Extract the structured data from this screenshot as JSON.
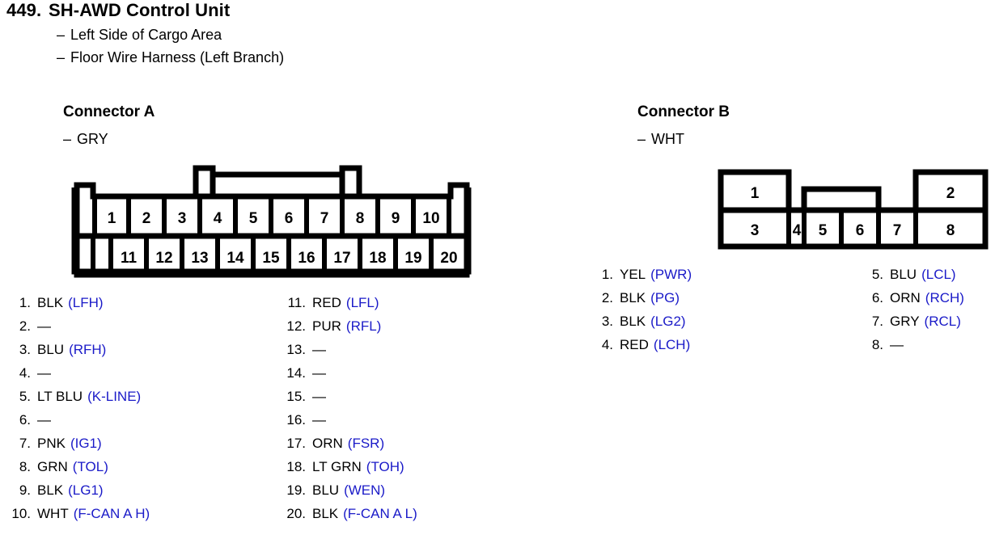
{
  "header": {
    "number": "449.",
    "title": "SH-AWD Control Unit",
    "location": "Left Side of Cargo Area",
    "harness": "Floor Wire Harness (Left Branch)",
    "dash": "–"
  },
  "colors": {
    "signal_blue": "#1a1ac8",
    "text_black": "#000000",
    "background": "#ffffff"
  },
  "connector_a": {
    "heading": "Connector A",
    "color_label": "GRY",
    "dash": "–",
    "diagram": {
      "top_row_pins": [
        "1",
        "2",
        "3",
        "4",
        "5",
        "6",
        "7",
        "8",
        "9",
        "10"
      ],
      "bottom_row_pins": [
        "11",
        "12",
        "13",
        "14",
        "15",
        "16",
        "17",
        "18",
        "19",
        "20"
      ],
      "latch_span_pins": [
        "4",
        "7"
      ]
    },
    "pins": [
      {
        "num": "1.",
        "wire": "BLK",
        "signal": "(LFH)"
      },
      {
        "num": "2.",
        "wire": "—",
        "signal": ""
      },
      {
        "num": "3.",
        "wire": "BLU",
        "signal": "(RFH)"
      },
      {
        "num": "4.",
        "wire": "—",
        "signal": ""
      },
      {
        "num": "5.",
        "wire": "LT BLU",
        "signal": "(K-LINE)"
      },
      {
        "num": "6.",
        "wire": "—",
        "signal": ""
      },
      {
        "num": "7.",
        "wire": "PNK",
        "signal": "(IG1)"
      },
      {
        "num": "8.",
        "wire": "GRN",
        "signal": "(TOL)"
      },
      {
        "num": "9.",
        "wire": "BLK",
        "signal": "(LG1)"
      },
      {
        "num": "10.",
        "wire": "WHT",
        "signal": "(F-CAN A H)"
      }
    ],
    "pins_right": [
      {
        "num": "11.",
        "wire": "RED",
        "signal": "(LFL)"
      },
      {
        "num": "12.",
        "wire": "PUR",
        "signal": "(RFL)"
      },
      {
        "num": "13.",
        "wire": "—",
        "signal": ""
      },
      {
        "num": "14.",
        "wire": "—",
        "signal": ""
      },
      {
        "num": "15.",
        "wire": "—",
        "signal": ""
      },
      {
        "num": "16.",
        "wire": "—",
        "signal": ""
      },
      {
        "num": "17.",
        "wire": "ORN",
        "signal": "(FSR)"
      },
      {
        "num": "18.",
        "wire": "LT GRN",
        "signal": "(TOH)"
      },
      {
        "num": "19.",
        "wire": "BLU",
        "signal": "(WEN)"
      },
      {
        "num": "20.",
        "wire": "BLK",
        "signal": "(F-CAN A L)"
      }
    ]
  },
  "connector_b": {
    "heading": "Connector B",
    "color_label": "WHT",
    "dash": "–",
    "diagram": {
      "top_row_pins": [
        "1",
        "2"
      ],
      "bottom_row_pins": [
        "3",
        "4",
        "5",
        "6",
        "7",
        "8"
      ],
      "latch_span_pins": [
        "5",
        "6"
      ]
    },
    "pins": [
      {
        "num": "1.",
        "wire": "YEL",
        "signal": "(PWR)"
      },
      {
        "num": "2.",
        "wire": "BLK",
        "signal": "(PG)"
      },
      {
        "num": "3.",
        "wire": "BLK",
        "signal": "(LG2)"
      },
      {
        "num": "4.",
        "wire": "RED",
        "signal": "(LCH)"
      }
    ],
    "pins_right": [
      {
        "num": "5.",
        "wire": "BLU",
        "signal": "(LCL)"
      },
      {
        "num": "6.",
        "wire": "ORN",
        "signal": "(RCH)"
      },
      {
        "num": "7.",
        "wire": "GRY",
        "signal": "(RCL)"
      },
      {
        "num": "8.",
        "wire": "—",
        "signal": ""
      }
    ]
  }
}
